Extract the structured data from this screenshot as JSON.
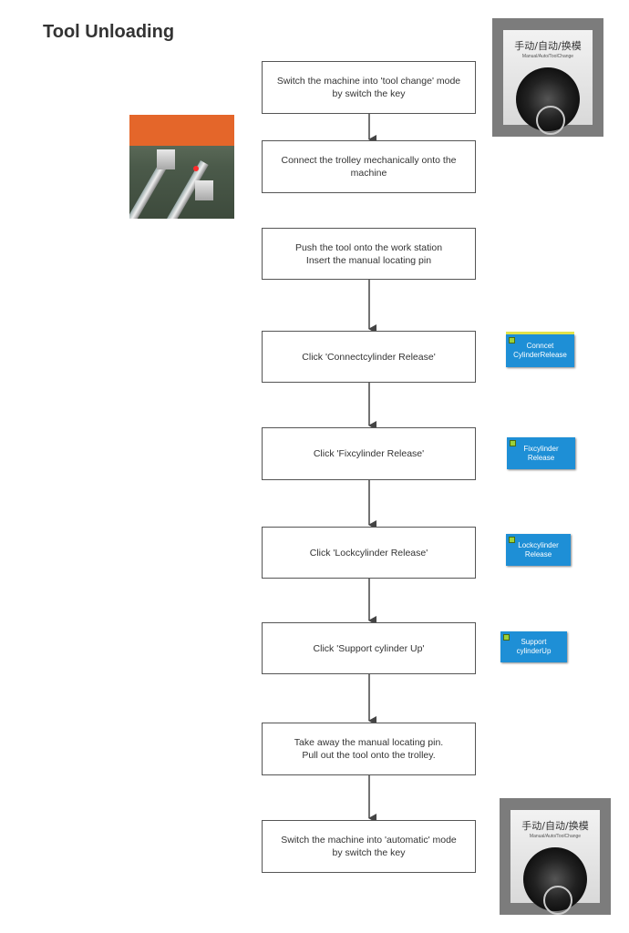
{
  "title": "Tool Unloading",
  "steps": [
    {
      "text": "Switch the machine into 'tool change' mode\nby switch the key"
    },
    {
      "text": "Connect the trolley mechanically onto the\nmachine"
    },
    {
      "text": "Push the tool onto the work station\nInsert the manual locating pin"
    },
    {
      "text": "Click 'Connectcylinder Release'"
    },
    {
      "text": "Click 'Fixcylinder Release'"
    },
    {
      "text": "Click 'Lockcylinder Release'"
    },
    {
      "text": "Click 'Support cylinder Up'"
    },
    {
      "text": "Take away the manual locating pin.\nPull out the tool onto the trolley."
    },
    {
      "text": "Switch the machine into 'automatic' mode\nby switch the key"
    }
  ],
  "key_photo": {
    "label_cn": "手动/自动/换模",
    "label_en": "Manual/Auto/ToolChange"
  },
  "hmi_buttons": [
    {
      "label": "Conncet\nCylinderRelease"
    },
    {
      "label": "Fixcylinder\nRelease"
    },
    {
      "label": "Lockcylinder\nRelease"
    },
    {
      "label": "Support\ncylinderUp"
    }
  ],
  "colors": {
    "button_blue": "#1e8fd6",
    "indicator_green": "#9bd13a",
    "border": "#555555"
  }
}
